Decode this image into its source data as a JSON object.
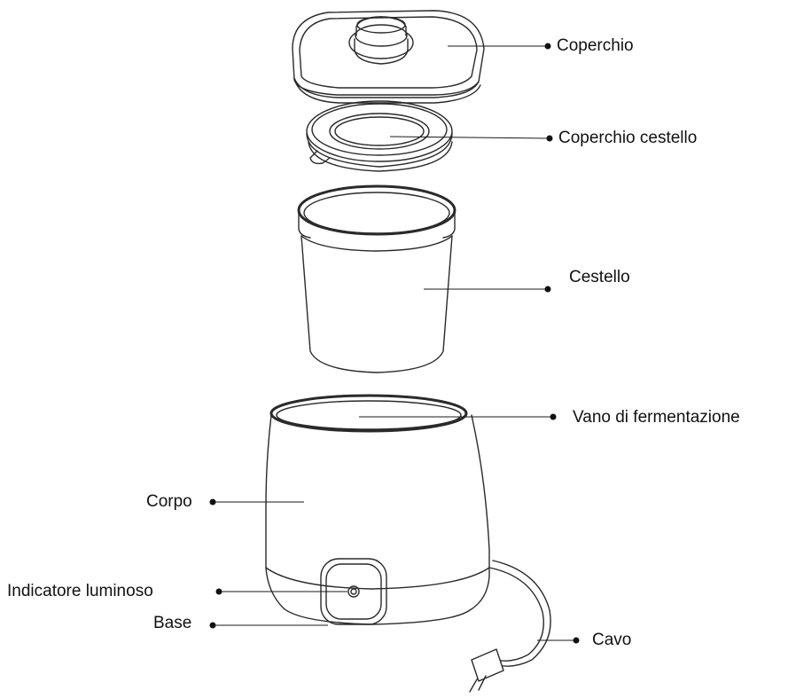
{
  "labels": {
    "coperchio": "Coperchio",
    "coperchio_cestello": "Coperchio cestello",
    "cestello": "Cestello",
    "vano": "Vano di fermentazione",
    "corpo": "Corpo",
    "indicatore": "Indicatore luminoso",
    "base": "Base",
    "cavo": "Cavo"
  },
  "colors": {
    "line": "#2a2a2a",
    "text": "#111111",
    "background": "#ffffff"
  }
}
